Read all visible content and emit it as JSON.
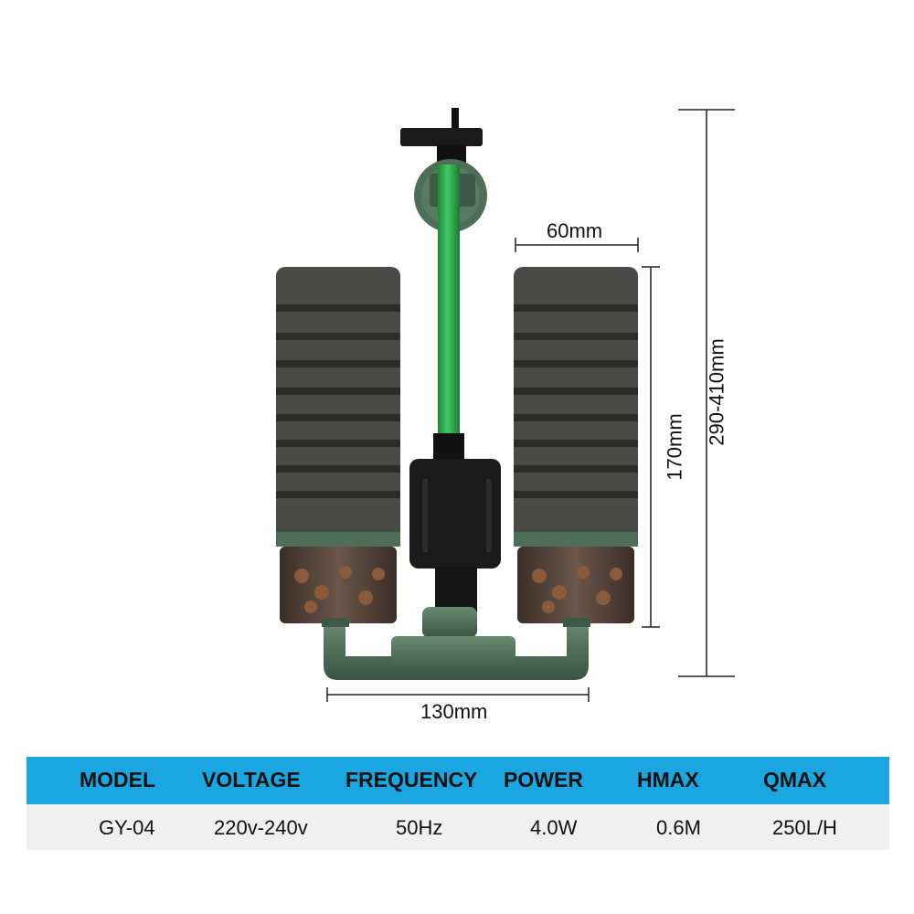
{
  "dimensions": {
    "top_width": "60mm",
    "sponge_height": "170mm",
    "total_height": "290-410mm",
    "base_width": "130mm"
  },
  "colors": {
    "header_bg": "#1aa6e0",
    "row_bg": "#f0f0f0",
    "sponge": "#4a4a48",
    "pipe_green": "#4f6e58",
    "tube_green": "#2aa548"
  },
  "specs": {
    "headers": [
      "MODEL",
      "VOLTAGE",
      "FREQUENCY",
      "POWER",
      "HMAX",
      "QMAX"
    ],
    "values": [
      "GY-04",
      "220v-240v",
      "50Hz",
      "4.0W",
      "0.6M",
      "250L/H"
    ]
  }
}
